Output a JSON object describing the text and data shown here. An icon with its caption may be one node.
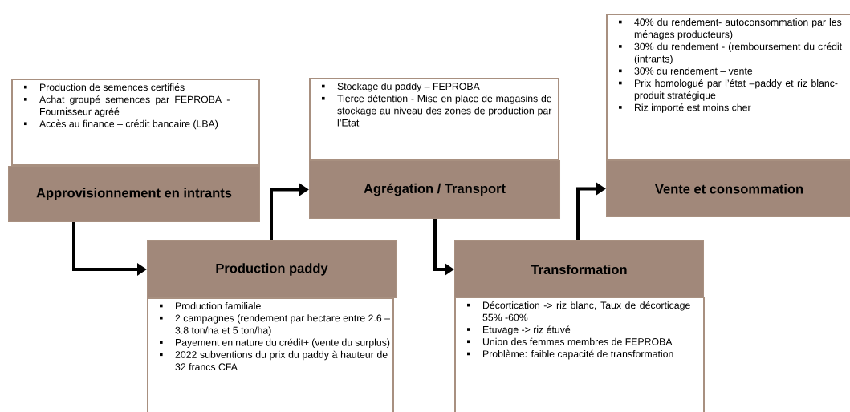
{
  "diagram": {
    "nodes": [
      {
        "text": [
          "Production de semences certifiés",
          "Achat groupé semences par FEPROBA - Fournisseur agréé",
          "Accès au finance – crédit bancaire (LBA)"
        ]
      },
      {
        "text": [
          "Approvisionnement en intrants"
        ]
      },
      {
        "text": [
          "Production paddy"
        ]
      },
      {
        "text": [
          "Production familiale",
          "2 campagnes (rendement par hectare entre 2.6 – 3.8 ton/ha et 5 ton/ha)",
          "Payement en nature du crédit+ (vente du surplus)",
          "2022 subventions du prix du paddy à hauteur de 32 francs CFA"
        ]
      },
      {
        "text": [
          "Stockage du paddy – FEPROBA",
          "Tierce détention - Mise en place de magasins de stockage au niveau des zones de production par l’Etat"
        ]
      },
      {
        "text": [
          "Agrégation / Transport"
        ]
      },
      {
        "text": [
          "Transformation"
        ]
      },
      {
        "text": [
          "Décortication -> riz blanc, Taux de décorticage 55% -60%",
          "Etuvage -> riz étuvé",
          "Union des femmes membres de FEPROBA",
          "Problème: faible capacité de transformation"
        ]
      },
      {
        "text": [
          "40% du rendement- autoconsommation par les ménages producteurs)",
          "30%  du rendement - (remboursement du crédit (intrants)",
          "30% du rendement – vente",
          "Prix homologué par l’état –paddy et riz blanc- produit stratégique",
          "Riz importé est moins cher"
        ]
      },
      {
        "text": [
          "Vente et consommation"
        ]
      }
    ],
    "edges": [
      {
        "from": 1,
        "to": 2,
        "arrow": "to"
      },
      {
        "from": 2,
        "to": 5,
        "arrow": "to"
      },
      {
        "from": 5,
        "to": 6,
        "arrow": "to"
      },
      {
        "from": 6,
        "to": 9,
        "arrow": "to"
      }
    ]
  }
}
